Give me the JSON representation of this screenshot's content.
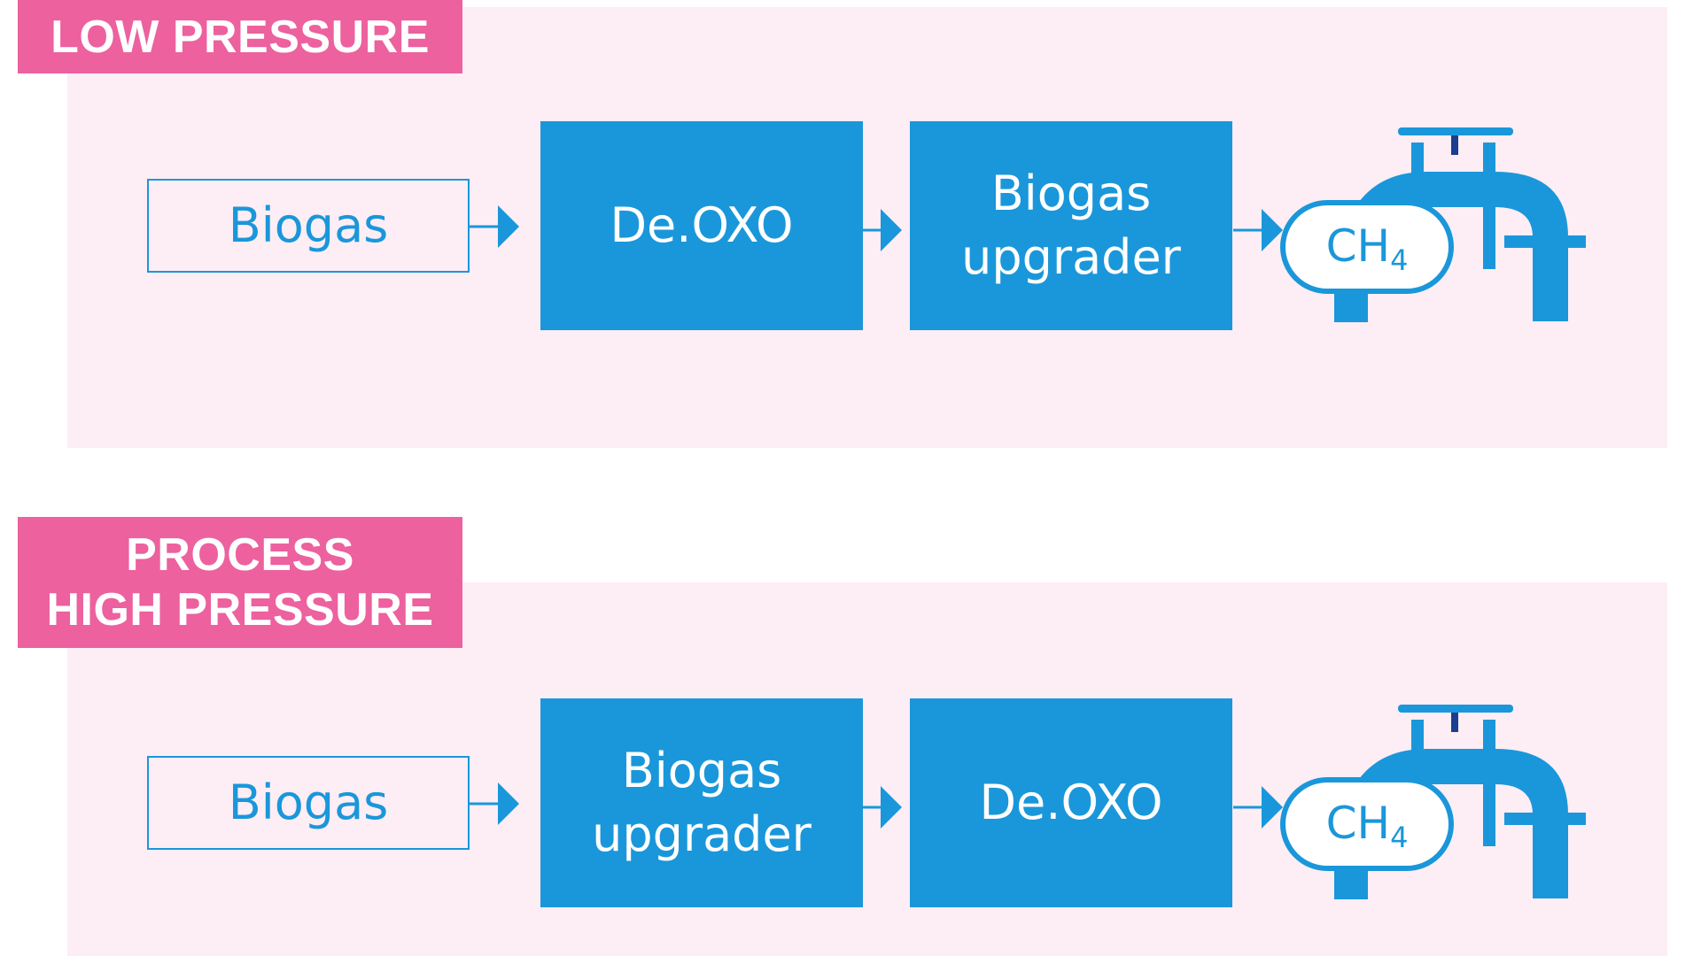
{
  "colors": {
    "accent": "#1a97da",
    "tag": "#ec619e",
    "panel": "#fdedf5"
  },
  "top": {
    "tag_lines": [
      "LOW PRESSURE"
    ],
    "source": "Biogas",
    "step1": [
      "De.OXO"
    ],
    "step2": [
      "Biogas",
      "upgrader"
    ],
    "product": {
      "main": "CH",
      "sub": "4"
    }
  },
  "bottom": {
    "tag_lines": [
      "PROCESS",
      "HIGH PRESSURE"
    ],
    "source": "Biogas",
    "step1": [
      "Biogas",
      "upgrader"
    ],
    "step2": [
      "De.OXO"
    ],
    "product": {
      "main": "CH",
      "sub": "4"
    }
  },
  "icons": [
    "arrow-right-icon",
    "gas-plant-icon"
  ]
}
